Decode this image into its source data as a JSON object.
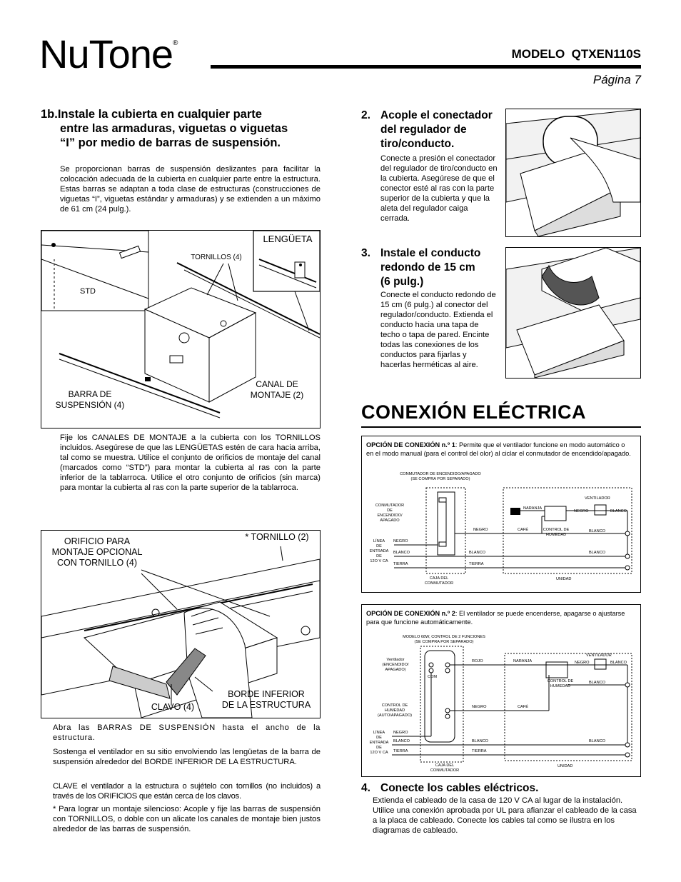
{
  "header": {
    "logo": "NuTone",
    "logo_mark": "®",
    "model_label": "MODELO",
    "model_number": "QTXEN110S",
    "page": "Página 7"
  },
  "step1b": {
    "title_line1": "1b.Instale la cubierta en cualquier parte",
    "title_line2": "entre las armaduras, viguetas o viguetas",
    "title_line3": "“I” por medio de barras de suspensión.",
    "intro": "Se proporcionan barras de suspensión deslizantes para facilitar la colocación adecuada de la cubierta en cualquier parte entre la estructura. Estas barras se adaptan a toda clase de estructuras (construcciones de viguetas “I”, viguetas estándar y armaduras) y se extienden a un máximo de 61 cm (24 pulg.).",
    "fig1": {
      "tornillos": "TORNILLOS (4)",
      "lengueta": "LENGÜETA",
      "std": "STD",
      "canal_line1": "CANAL DE",
      "canal_line2": "MONTAJE (2)",
      "barra_line1": "BARRA DE",
      "barra_line2": "SUSPENSIÓN (4)"
    },
    "after_fig1": "Fije los CANALES DE MONTAJE a la cubierta con los TORNILLOS incluidos. Asegúrese de que las LENGÜETAS estén de cara hacia arriba, tal como se muestra. Utilice el conjunto de orificios de montaje del canal (marcados como “STD”) para montar la cubierta al ras con la parte inferior de la tablarroca. Utilice el otro conjunto de orificios (sin marca) para montar la cubierta al ras con la parte superior de la tablarroca.",
    "fig2": {
      "orificio_line1": "ORIFICIO PARA",
      "orificio_line2": "MONTAJE OPCIONAL",
      "orificio_line3": "CON TORNILLO (4)",
      "tornillo": "* TORNILLO (2)",
      "clavo": "CLAVO (4)",
      "borde_line1": "BORDE INFERIOR",
      "borde_line2": "DE LA ESTRUCTURA"
    },
    "p_abra": "Abra las BARRAS DE SUSPENSIÓN hasta el ancho de la estructura.",
    "p_sostenga": "Sostenga el ventilador en su sitio envolviendo las lengüetas de la barra de suspensión alrededor del BORDE INFERIOR DE LA ESTRUCTURA.",
    "p_clave": "CLAVE el ventilador a la estructura o sujételo con tornillos (no incluidos) a través de los ORIFICIOS que están cerca de los clavos.",
    "p_star": "* Para lograr un montaje silencioso: Acople y fije las barras de suspensión con TORNILLOS, o doble con un alicate los canales de montaje bien justos alrededor de las barras de suspensión."
  },
  "step2": {
    "num": "2.",
    "title_line1": "Acople el conectador",
    "title_line2": "del regulador de",
    "title_line3": "tiro/conducto.",
    "body": "Conecte a presión el conectador del regulador de tiro/conducto en la cubierta. Asegúrese de que el conector esté al ras con la parte superior de la cubierta y que la aleta del regulador caiga cerrada."
  },
  "step3": {
    "num": "3.",
    "title_line1": "Instale el conducto",
    "title_line2": "redondo de 15 cm",
    "title_line3": "(6 pulg.)",
    "body": "Conecte el conducto redondo de 15 cm (6 pulg.) al conector del regulador/conducto. Extienda el conducto hacia una tapa de techo o tapa de pared. Encinte todas las conexiones de los conductos para fijarlas y hacerlas herméticas al aire."
  },
  "conexion": {
    "title": "CONEXIÓN ELÉCTRICA"
  },
  "option1": {
    "title": "OPCIÓN DE CONEXIÓN n.º 1",
    "desc": ": Permite que el ventilador funcione en modo automático o en el modo manual (para el control del olor) al ciclar el conmutador de encendido/apagado.",
    "switch_label_line1": "CONMUTADOR DE ENCENDIDO/APAGADO",
    "switch_label_line2": "(SE COMPRA POR SEPARADO)",
    "conmutador_line1": "CONMUTADOR",
    "conmutador_line2": "DE",
    "conmutador_line3": "ENCENDIDO/",
    "conmutador_line4": "APAGADO",
    "linea_line1": "LÍNEA",
    "linea_line2": "DE",
    "linea_line3": "ENTRADA",
    "linea_line4": "DE",
    "linea_line5": "12O V CA",
    "negro": "NEGRO",
    "blanco": "BLANCO",
    "tierra": "TIERRA",
    "naranja": "NARANJA",
    "cafe": "CAFÉ",
    "ventilador": "VENTILADOR",
    "control_line1": "CONTROL DE",
    "control_line2": "HUMEDAD",
    "caja_line1": "CAJA DEL",
    "caja_line2": "CONMUTADOR",
    "unidad": "UNIDAD"
  },
  "option2": {
    "title": "OPCIÓN DE CONEXIÓN n.º 2",
    "desc": ": El ventilador se puede encenderse, apagarse o ajustarse para que funcione automáticamente.",
    "model_label_line1": "MODELO 68W, CONTROL DE 2 FUNCIONES",
    "model_label_line2": "(SE COMPRA POR SEPARADO)",
    "vent_line1": "Ventilador",
    "vent_line2": "(ENCENDIDO/",
    "vent_line3": "APAGADO)",
    "com": "COM",
    "ctrl_line1": "CONTROL DE",
    "ctrl_line2": "HUMEDAD",
    "ctrl_line3": "(AUTO/APAGADO)",
    "rojo": "ROJO",
    "naranja": "NARANJA",
    "negro": "NEGRO",
    "cafe": "CAFÉ",
    "blanco": "BLANCO",
    "tierra": "TIERRA",
    "ventilador": "VENTILADOR",
    "control_line1": "CONTROL DE",
    "control_line2": "HUMEDAD",
    "linea_line1": "LÍNEA",
    "linea_line2": "DE",
    "linea_line3": "ENTRADA",
    "linea_line4": "DE",
    "linea_line5": "12O V CA",
    "caja_line1": "CAJA DEL",
    "caja_line2": "CONMUTADOR",
    "unidad": "UNIDAD"
  },
  "step4": {
    "num": "4.",
    "title": "Conecte los cables eléctricos.",
    "body": "Extienda el cableado de la casa de 120 V CA al lugar de la instalación. Utilice una conexión aprobada por UL para afianzar el cableado de la casa a la placa de cableado. Conecte los cables tal como se ilustra en los diagramas de cableado."
  }
}
